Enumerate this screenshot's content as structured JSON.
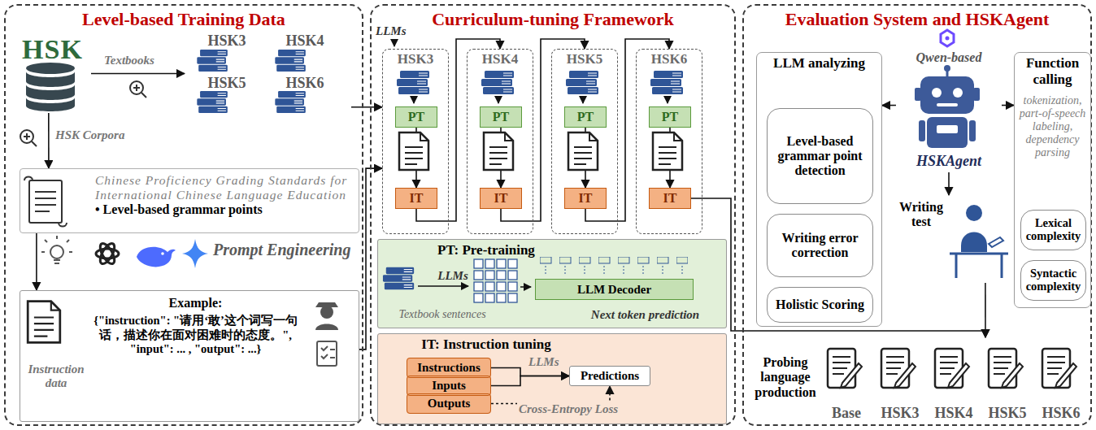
{
  "diagram": {
    "nodes": [
      {
        "text": [
          "Level-based Training Data"
        ]
      },
      {
        "text": [
          "HSK"
        ],
        "in": 0
      },
      {
        "text": [
          "HSK3",
          "HSK4",
          "HSK5",
          "HSK6"
        ],
        "in": 0
      },
      {
        "text": [
          "Chinese Proficiency Grading Standards for International Chinese Language Education",
          "• Level-based grammar points"
        ],
        "in": 0
      },
      {
        "text": [
          "Example:",
          "{\"instruction\": \"请用‘敢’这个词写一句话，描述你在面对困难时的态度。\", \"input\": ... , \"output\": ...}",
          "Instruction data"
        ],
        "in": 0
      },
      {
        "text": [
          "Curriculum-tuning Framework"
        ]
      },
      {
        "text": [
          "HSK3"
        ],
        "in": 5
      },
      {
        "text": [
          "PT"
        ],
        "in": 6
      },
      {
        "text": [
          "IT"
        ],
        "in": 6
      },
      {
        "text": [
          "HSK4"
        ],
        "in": 5
      },
      {
        "text": [
          "PT"
        ],
        "in": 9
      },
      {
        "text": [
          "IT"
        ],
        "in": 9
      },
      {
        "text": [
          "HSK5"
        ],
        "in": 5
      },
      {
        "text": [
          "PT"
        ],
        "in": 12
      },
      {
        "text": [
          "IT"
        ],
        "in": 12
      },
      {
        "text": [
          "HSK6"
        ],
        "in": 5
      },
      {
        "text": [
          "PT"
        ],
        "in": 15
      },
      {
        "text": [
          "IT"
        ],
        "in": 15
      },
      {
        "text": [
          "PT: Pre-training",
          "LLMs",
          "Textbook sentences",
          "Next token prediction"
        ],
        "in": 5
      },
      {
        "text": [
          "LLM Decoder"
        ],
        "in": 18
      },
      {
        "text": [
          "IT: Instruction tuning"
        ],
        "in": 5
      },
      {
        "text": [
          "Instructions"
        ],
        "in": 20
      },
      {
        "text": [
          "Inputs"
        ],
        "in": 20
      },
      {
        "text": [
          "Outputs"
        ],
        "in": 20
      },
      {
        "text": [
          "Predictions"
        ],
        "in": 20
      },
      {
        "text": [
          "Evaluation System and HSKAgent"
        ]
      },
      {
        "text": [
          "LLM analyzing"
        ],
        "in": 25
      },
      {
        "text": [
          "Level-based grammar point detection"
        ],
        "in": 26
      },
      {
        "text": [
          "Writing error correction"
        ],
        "in": 26
      },
      {
        "text": [
          "Holistic Scoring"
        ],
        "in": 26
      },
      {
        "text": [
          "Qwen-based",
          "HSKAgent"
        ],
        "in": 25
      },
      {
        "text": [
          "Function calling",
          "tokenization, part-of-speech labeling, dependency parsing"
        ],
        "in": 25
      },
      {
        "text": [
          "Lexical complexity"
        ],
        "in": 31
      },
      {
        "text": [
          "Syntactic complexity"
        ],
        "in": 31
      },
      {
        "text": [
          "Writing test"
        ],
        "in": 25
      },
      {
        "text": [
          "Probing language production"
        ],
        "in": 25
      },
      {
        "text": [
          "Base"
        ],
        "in": 35
      },
      {
        "text": [
          "HSK3"
        ],
        "in": 35
      },
      {
        "text": [
          "HSK4"
        ],
        "in": 35
      },
      {
        "text": [
          "HSK5"
        ],
        "in": 35
      },
      {
        "text": [
          "HSK6"
        ],
        "in": 35
      }
    ],
    "edges": [
      {
        "from": 1,
        "to": 2,
        "arrow": "to",
        "label": "Textbooks"
      },
      {
        "from": 1,
        "to": 3,
        "arrow": "to",
        "label": "HSK Corpora"
      },
      {
        "from": 3,
        "to": 4,
        "arrow": "to"
      },
      {
        "from": 2,
        "to": 6,
        "arrow": "to"
      },
      {
        "from": 4,
        "to": 6,
        "arrow": "to"
      },
      {
        "from": 7,
        "to": 8,
        "arrow": "to"
      },
      {
        "from": 8,
        "to": 9,
        "arrow": "to"
      },
      {
        "from": 10,
        "to": 11,
        "arrow": "to"
      },
      {
        "from": 11,
        "to": 12,
        "arrow": "to"
      },
      {
        "from": 13,
        "to": 14,
        "arrow": "to"
      },
      {
        "from": 14,
        "to": 15,
        "arrow": "to"
      },
      {
        "from": 16,
        "to": 17,
        "arrow": "to"
      },
      {
        "from": 17,
        "to": 35,
        "arrow": "to"
      },
      {
        "from": 21,
        "to": 24,
        "arrow": "to",
        "label": "LLMs"
      },
      {
        "from": 22,
        "to": 24,
        "arrow": "to"
      },
      {
        "from": 23,
        "to": 24,
        "arrow": "to",
        "label": "Cross-Entropy Loss"
      },
      {
        "from": 30,
        "to": 26,
        "arrow": "to"
      },
      {
        "from": 30,
        "to": 31,
        "arrow": "to"
      },
      {
        "from": 30,
        "to": 34,
        "arrow": "to"
      },
      {
        "from": 34,
        "to": 35,
        "arrow": "to"
      }
    ],
    "labels": [
      "LLMs",
      "Prompt Engineering"
    ]
  }
}
